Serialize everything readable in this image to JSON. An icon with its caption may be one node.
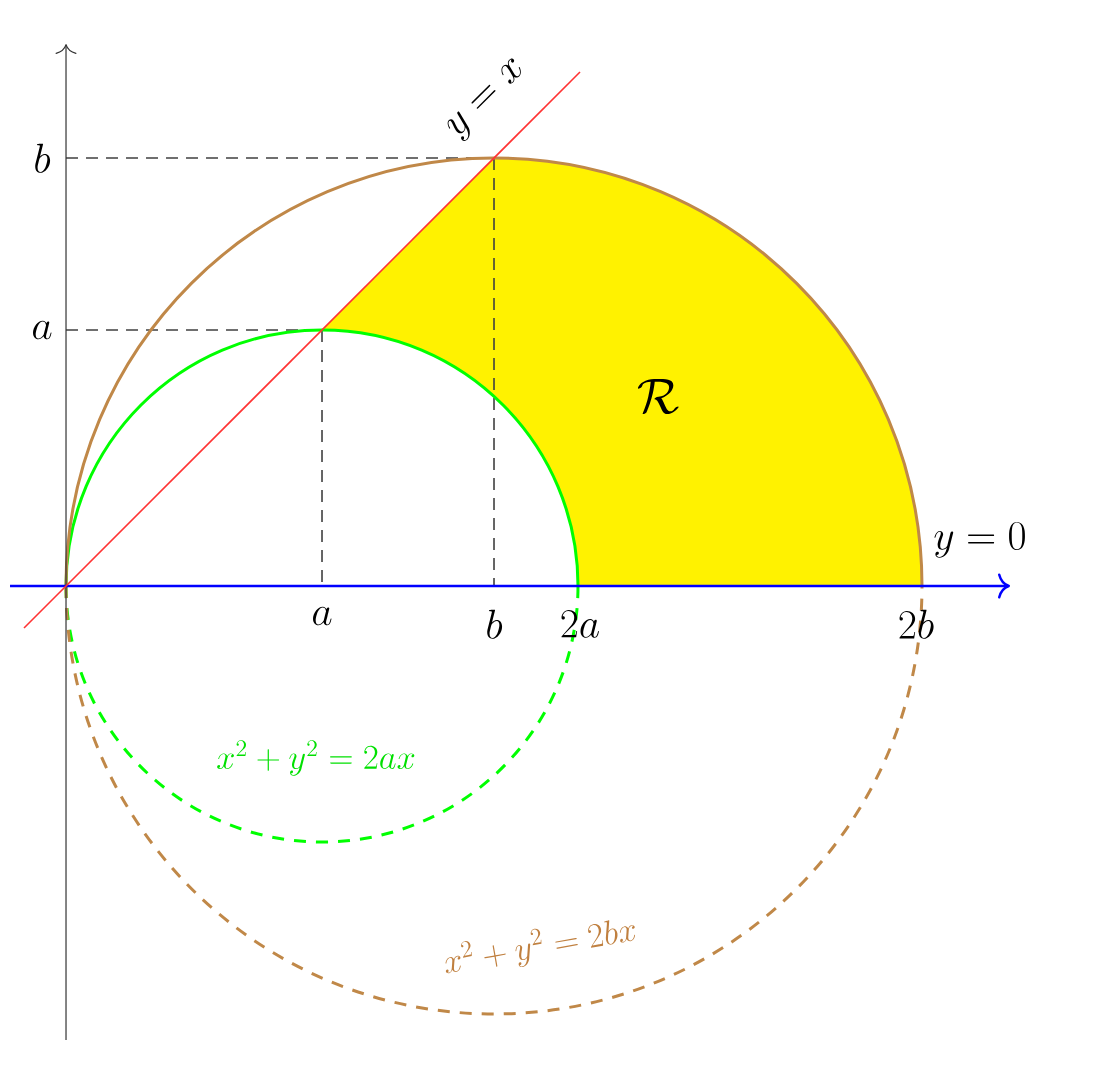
{
  "diagram": {
    "labels": [
      "y = x",
      "b",
      "a",
      "\\mathcal{R}",
      "y = 0",
      "a",
      "b",
      "2a",
      "2b",
      "x^2 + y^2 = 2ax",
      "x^2 + y^2 = 2bx"
    ]
  }
}
